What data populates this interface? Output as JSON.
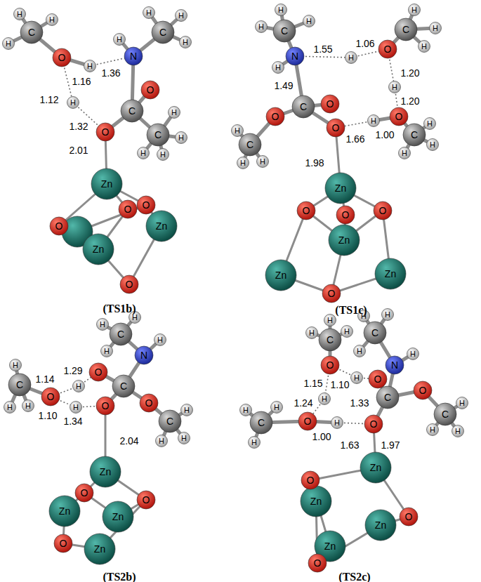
{
  "diagram": {
    "labels": [
      "H",
      "C",
      "H",
      "H",
      "O",
      "H",
      "1.36",
      "H",
      "N",
      "C",
      "H",
      "H",
      "H",
      "1.16",
      "1.12",
      "H",
      "1.32",
      "O",
      "C",
      "O",
      "C",
      "H",
      "H",
      "H",
      "H",
      "2.01",
      "Zn",
      "O",
      "O",
      "O",
      "Zn",
      "Zn",
      "O",
      "(TS1b)",
      "H",
      "C",
      "H",
      "H",
      "H",
      "C",
      "H",
      "H",
      "O",
      "N",
      "H",
      "1.55",
      "H",
      "1.06",
      "1.20",
      "H",
      "1.20",
      "1.49",
      "C",
      "O",
      "O",
      "O",
      "H",
      "1.66",
      "1.00",
      "C",
      "H",
      "H",
      "H",
      "O",
      "C",
      "H",
      "H",
      "H",
      "1.98",
      "Zn",
      "O",
      "O",
      "O",
      "Zn",
      "Zn",
      "Zn",
      "O",
      "(TS1c)",
      "H",
      "C",
      "H",
      "H",
      "O",
      "1.14",
      "1.29",
      "H",
      "1.10",
      "H",
      "1.34",
      "O",
      "C",
      "N",
      "C",
      "H",
      "H",
      "H",
      "H",
      "O",
      "O",
      "C",
      "H",
      "H",
      "H",
      "2.04",
      "Zn",
      "O",
      "O",
      "Zn",
      "Zn",
      "O",
      "Zn",
      "(TS2b)",
      "H",
      "C",
      "H",
      "H",
      "H",
      "C",
      "H",
      "H",
      "O",
      "N",
      "H",
      "1.15",
      "1.10",
      "H",
      "O",
      "1.24",
      "H",
      "1.33",
      "C",
      "O",
      "C",
      "H",
      "H",
      "H",
      "C",
      "H",
      "H",
      "H",
      "O",
      "1.00",
      "H",
      "O",
      "1.63",
      "1.97",
      "Zn",
      "O",
      "Zn",
      "O",
      "Zn",
      "Zn",
      "O",
      "(TS2c)"
    ]
  }
}
